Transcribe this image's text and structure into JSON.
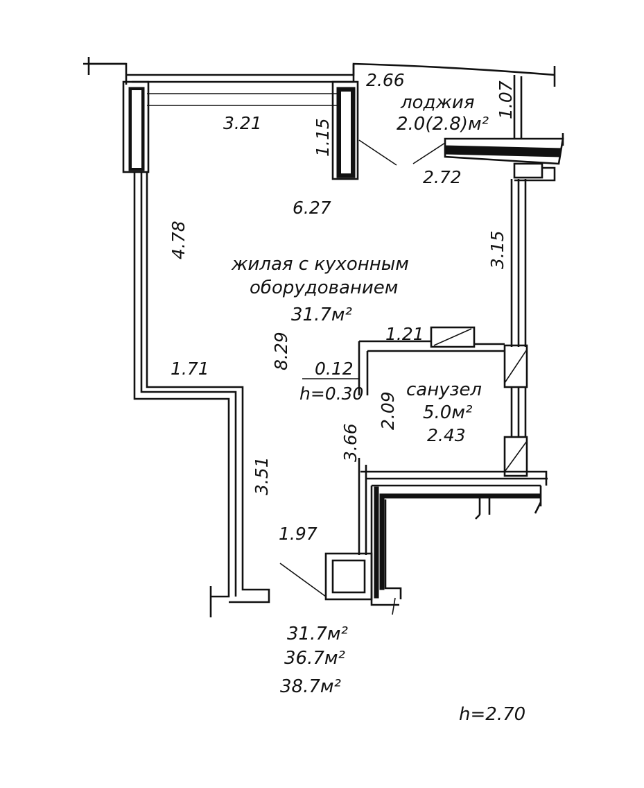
{
  "rooms": {
    "living": {
      "name_line1": "жилая с кухонным",
      "name_line2": "оборудованием",
      "area": "31.7м²"
    },
    "loggia": {
      "name": "лоджия",
      "area": "2.0(2.8)м²"
    },
    "bathroom": {
      "name": "санузел",
      "area": "5.0м²"
    }
  },
  "dimensions": {
    "d_2_66": "2.66",
    "d_3_21": "3.21",
    "d_1_15": "1.15",
    "d_1_07": "1.07",
    "d_2_72": "2.72",
    "d_6_27": "6.27",
    "d_4_78": "4.78",
    "d_3_15": "3.15",
    "d_1_21": "1.21",
    "d_8_29": "8.29",
    "d_0_12": "0.12",
    "d_h_0_30": "h=0.30",
    "d_1_71": "1.71",
    "d_2_09": "2.09",
    "d_2_43": "2.43",
    "d_3_66": "3.66",
    "d_3_51": "3.51",
    "d_1_97": "1.97"
  },
  "totals": {
    "living_area": "31.7м²",
    "total_area": "36.7м²",
    "total_with_loggia": "38.7м²"
  },
  "ceiling_height": "h=2.70"
}
